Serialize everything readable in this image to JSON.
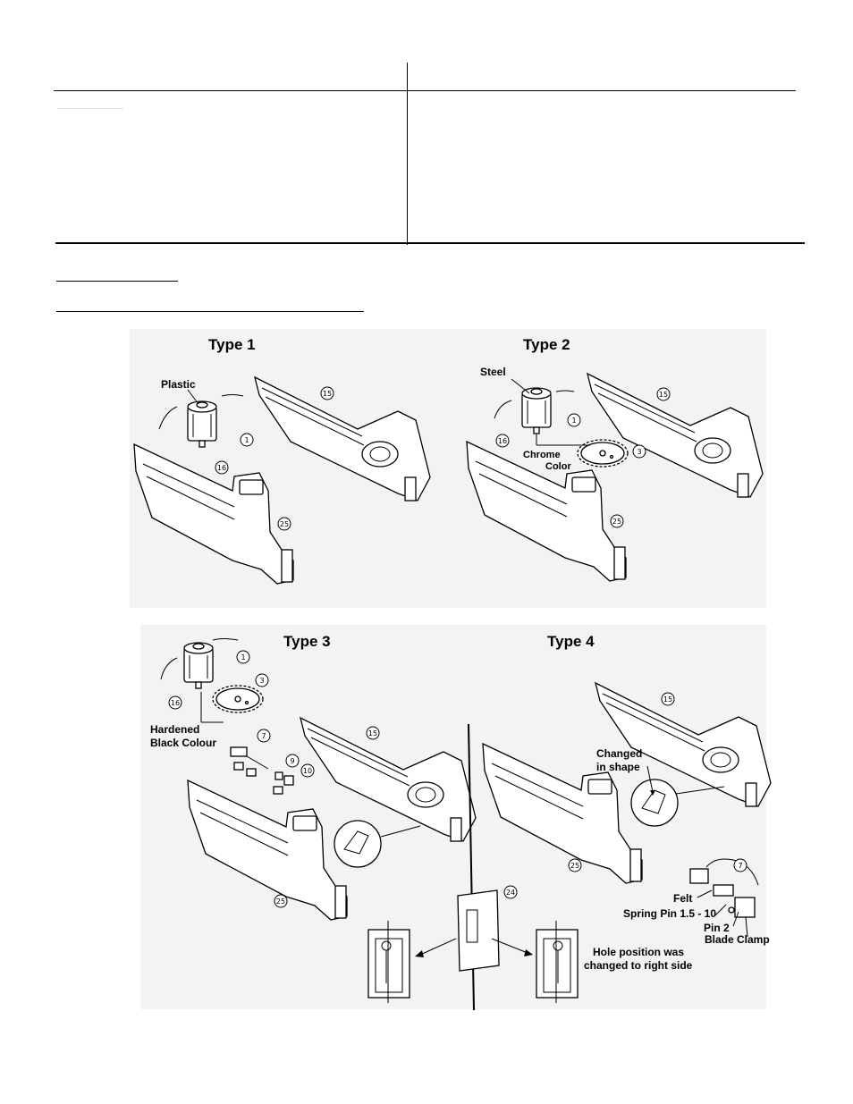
{
  "panels": [
    {
      "title": "Type 1",
      "labels": {
        "motor_material": "Plastic"
      },
      "callouts": [
        "1",
        "16",
        "15",
        "25"
      ]
    },
    {
      "title": "Type 2",
      "labels": {
        "motor_material": "Steel",
        "gear_finish_line1": "Chrome",
        "gear_finish_line2": "Color"
      },
      "callouts": [
        "1",
        "16",
        "3",
        "15",
        "25"
      ]
    },
    {
      "title": "Type 3",
      "labels": {
        "gear_finish_line1": "Hardened",
        "gear_finish_line2": "Black Colour"
      },
      "callouts": [
        "1",
        "16",
        "3",
        "7",
        "9",
        "10",
        "15",
        "25",
        "24"
      ]
    },
    {
      "title": "Type 4",
      "labels": {
        "change_line1": "Changed",
        "change_line2": "in shape",
        "felt": "Felt",
        "spring_pin": "Spring Pin 1.5 - 10",
        "pin": "Pin 2",
        "blade_clamp": "Blade Clamp",
        "hole_line1": "Hole position was",
        "hole_line2": "changed to right side"
      },
      "callouts": [
        "15",
        "25",
        "7"
      ]
    }
  ]
}
